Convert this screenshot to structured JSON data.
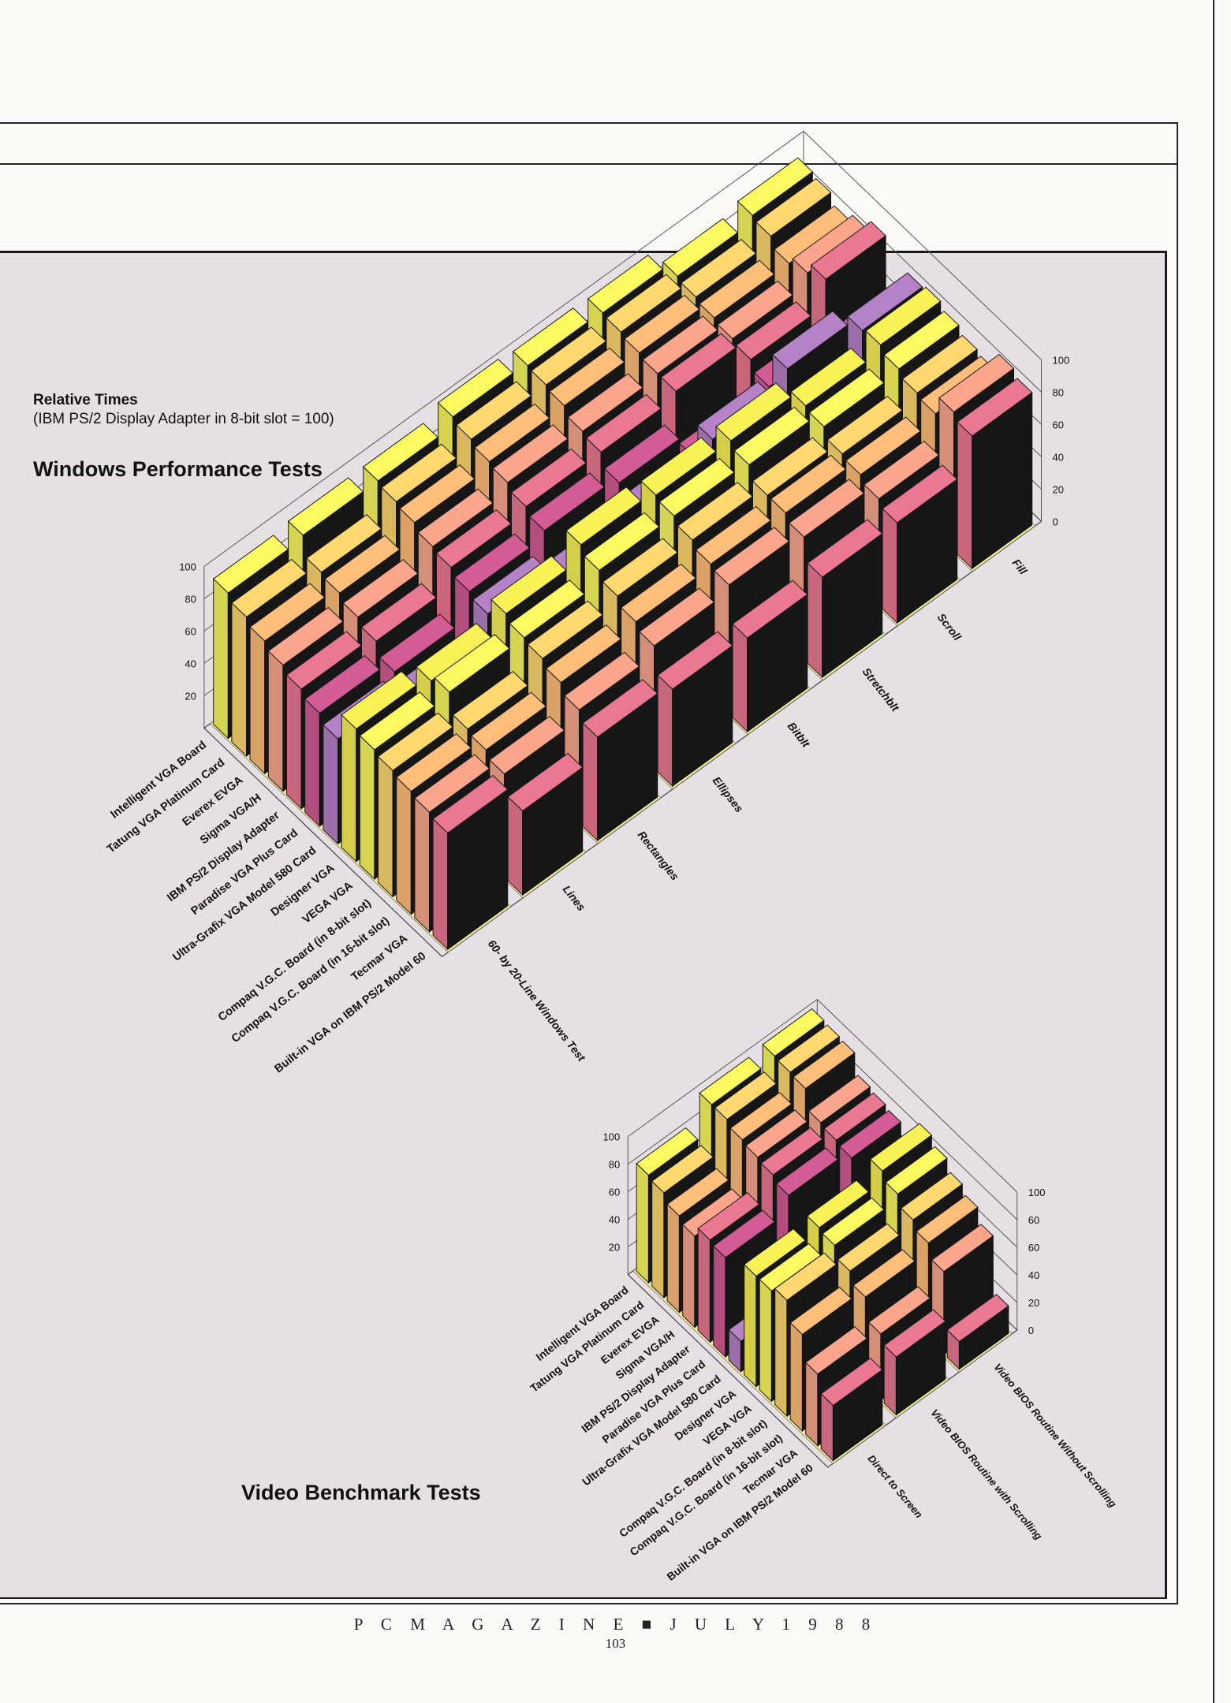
{
  "page": {
    "relative_title": "Relative Times",
    "relative_subtitle": "(IBM PS/2 Display Adapter in 8-bit slot = 100)",
    "windows_title": "Windows Performance Tests",
    "video_title": "Video Benchmark Tests",
    "footer_magazine": "P C M A G A Z I N E ■ J U L Y 1 9 8 8",
    "footer_page": "103"
  },
  "colors": [
    "#e8e85a",
    "#ecc868",
    "#eeb070",
    "#e89a82",
    "#d96f86",
    "#c4558a",
    "#a878b8",
    "#e6e050"
  ],
  "chart_data": [
    {
      "type": "bar",
      "title": "Windows Performance Tests",
      "ylim": [
        0,
        100
      ],
      "ticks_front": [
        "20",
        "40",
        "60",
        "80",
        "100"
      ],
      "ticks_back": [
        "0",
        "20",
        "40",
        "60",
        "80",
        "100"
      ],
      "categories": [
        "Intelligent VGA Board",
        "Tatung VGA Platinum Card",
        "Everex EVGA",
        "Sigma VGA/H",
        "IBM PS/2 Display Adapter",
        "Paradise VGA Plus Card",
        "Ultra-Grafix VGA Model 580 Card",
        "Designer VGA",
        "VEGA VGA",
        "Compaq V.G.C. Board (in 8-bit slot)",
        "Compaq V.G.C. Board (in 16-bit slot)",
        "Tecmar VGA",
        "Built-in VGA on IBM PS/2 Model 60"
      ],
      "series": [
        {
          "name": "60- by 20-Line Windows Test",
          "values": [
            90,
            86,
            82,
            78,
            74,
            70,
            65,
            82,
            80,
            78,
            76,
            74,
            72
          ]
        },
        {
          "name": "Lines",
          "values": [
            92,
            80,
            78,
            74,
            70,
            62,
            58,
            78,
            82,
            70,
            68,
            64,
            52
          ]
        },
        {
          "name": "Rectangles",
          "values": [
            92,
            90,
            88,
            84,
            82,
            78,
            75,
            86,
            82,
            80,
            76,
            70,
            64
          ]
        },
        {
          "name": "Ellipses",
          "values": [
            98,
            95,
            92,
            90,
            86,
            82,
            65,
            95,
            90,
            85,
            80,
            76,
            60
          ]
        },
        {
          "name": "Bitblt",
          "values": [
            96,
            95,
            93,
            88,
            86,
            78,
            72,
            92,
            90,
            86,
            82,
            80,
            58
          ]
        },
        {
          "name": "Stretchblt",
          "values": [
            95,
            94,
            92,
            90,
            90,
            60,
            82,
            92,
            88,
            80,
            80,
            76,
            62
          ]
        },
        {
          "name": "Scroll",
          "values": [
            84,
            82,
            80,
            78,
            76,
            70,
            92,
            80,
            78,
            72,
            70,
            66,
            62
          ]
        },
        {
          "name": "Fill",
          "values": [
            88,
            86,
            80,
            85,
            92,
            62,
            82,
            84,
            80,
            76,
            74,
            86,
            82
          ]
        }
      ]
    },
    {
      "type": "bar",
      "title": "Video Benchmark Tests",
      "ylim": [
        0,
        100
      ],
      "ticks_front": [
        "20",
        "40",
        "60",
        "80",
        "100"
      ],
      "ticks_back": [
        "0",
        "20",
        "40",
        "60",
        "60",
        "100"
      ],
      "categories": [
        "Intelligent VGA Board",
        "Tatung VGA Platinum Card",
        "Everex EVGA",
        "Sigma VGA/H",
        "IBM PS/2 Display Adapter",
        "Paradise VGA Plus Card",
        "Ultra-Grafix VGA Model 580 Card",
        "Designer VGA",
        "VEGA VGA",
        "Compaq V.G.C. Board (in 8-bit slot)",
        "Compaq V.G.C. Board (in 16-bit slot)",
        "Tecmar VGA",
        "Built-in VGA on IBM PS/2 Model 60"
      ],
      "series": [
        {
          "name": "Direct to Screen",
          "values": [
            78,
            76,
            70,
            66,
            74,
            72,
            22,
            80,
            80,
            84,
            70,
            52,
            40
          ]
        },
        {
          "name": "Video BIOS Routine with Scrolling",
          "values": [
            96,
            96,
            92,
            90,
            88,
            84,
            30,
            82,
            80,
            72,
            64,
            48,
            42
          ]
        },
        {
          "name": "Video BIOS Routine Without Scrolling",
          "values": [
            98,
            97,
            96,
            82,
            80,
            78,
            32,
            90,
            84,
            76,
            70,
            60,
            20
          ]
        }
      ]
    }
  ]
}
